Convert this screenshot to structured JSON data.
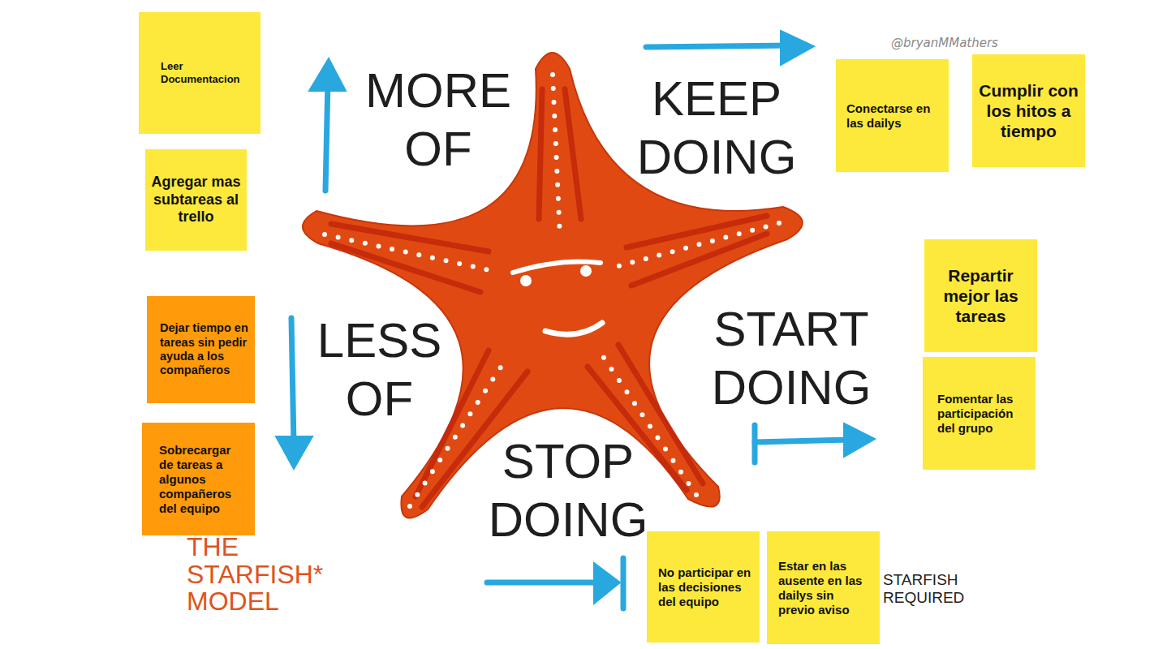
{
  "diagram": {
    "nodes": [
      {
        "text": [
          "Leer Documentacion"
        ]
      },
      {
        "text": [
          "Agregar mas subtareas al trello"
        ]
      },
      {
        "text": [
          "Conectarse en las dailys"
        ]
      },
      {
        "text": [
          "Cumplir con los hitos a tiempo"
        ]
      },
      {
        "text": [
          "Repartir mejor las tareas"
        ]
      },
      {
        "text": [
          "Fomentar las participación del grupo"
        ]
      },
      {
        "text": [
          "Dejar tiempo en tareas sin pedir ayuda a los compañeros"
        ]
      },
      {
        "text": [
          "Sobrecargar de tareas a algunos compañeros del equipo"
        ]
      },
      {
        "text": [
          "No participar en las decisiones del equipo"
        ]
      },
      {
        "text": [
          "Estar en las ausente en las dailys sin previo aviso"
        ]
      }
    ],
    "labels": [
      "MORE OF",
      "KEEP DOING",
      "LESS OF",
      "START DOING",
      "STOP DOING",
      "@bryanMMathers",
      "THE STARFISH* MODEL",
      "STARFISH REQUIRED"
    ]
  }
}
